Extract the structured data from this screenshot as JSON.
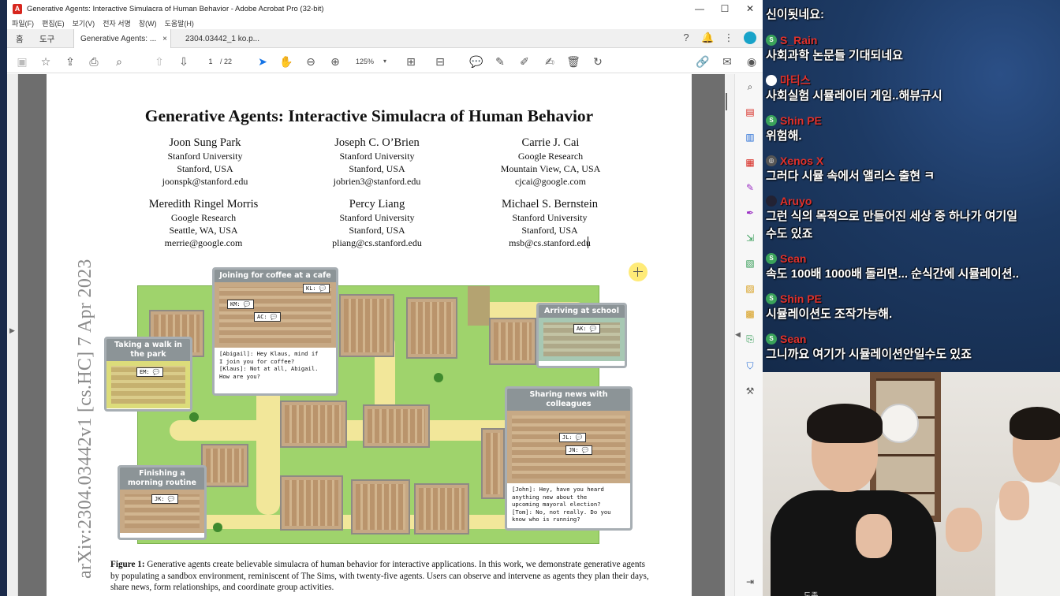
{
  "window": {
    "title": "Generative Agents: Interactive Simulacra of Human Behavior - Adobe Acrobat Pro (32-bit)",
    "minimize": "—",
    "maximize": "☐",
    "close": "✕"
  },
  "menu": [
    "파일(F)",
    "편집(E)",
    "보기(V)",
    "전자 서명",
    "창(W)",
    "도움말(H)"
  ],
  "tabs": {
    "home": "홈",
    "tools": "도구",
    "docs": [
      {
        "label": "Generative Agents: ...",
        "close": "×"
      },
      {
        "label": "2304.03442_1 ko.p..."
      }
    ]
  },
  "toolbar": {
    "page_current": "1",
    "page_total": "/ 22",
    "zoom": "125%"
  },
  "paper": {
    "title": "Generative Agents: Interactive Simulacra of Human Behavior",
    "authors": [
      {
        "name": "Joon Sung Park",
        "lines": [
          "Stanford University",
          "Stanford, USA",
          "joonspk@stanford.edu"
        ]
      },
      {
        "name": "Joseph C. O’Brien",
        "lines": [
          "Stanford University",
          "Stanford, USA",
          "jobrien3@stanford.edu"
        ]
      },
      {
        "name": "Carrie J. Cai",
        "lines": [
          "Google Research",
          "Mountain View, CA, USA",
          "cjcai@google.com"
        ]
      },
      {
        "name": "Meredith Ringel Morris",
        "lines": [
          "Google Research",
          "Seattle, WA, USA",
          "merrie@google.com"
        ]
      },
      {
        "name": "Percy Liang",
        "lines": [
          "Stanford University",
          "Stanford, USA",
          "pliang@cs.stanford.edu"
        ]
      },
      {
        "name": "Michael S. Bernstein",
        "lines": [
          "Stanford University",
          "Stanford, USA",
          "msb@cs.stanford.edu"
        ]
      }
    ],
    "arxiv_stamp": "arXiv:2304.03442v1  [cs.HC]  7 Apr 2023",
    "figure": {
      "callouts": {
        "cafe": {
          "title": "Joining for coffee at a cafe",
          "bubble_km": "KM: 💬",
          "bubble_ac": "AC: 💬",
          "bubble_kl": "KL: 💬",
          "dialog": "[Abigail]: Hey Klaus, mind if\nI join you for coffee?\n[Klaus]: Not at all, Abigail.\nHow are you?"
        },
        "park": {
          "title": "Taking a walk in the park",
          "bubble": "EM: 💬"
        },
        "school": {
          "title": "Arriving at school",
          "bubble": "AK: 💬"
        },
        "news": {
          "title": "Sharing news with colleagues",
          "bubble_jl": "JL: 💬",
          "bubble_jn": "JN: 💬",
          "dialog": "[John]: Hey, have you heard\nanything new about the\nupcoming mayoral election?\n[Tom]: No, not really. Do you\nknow who is running?"
        },
        "morning": {
          "title": "Finishing a morning routine",
          "bubble": "JK: 💬"
        }
      },
      "caption_label": "Figure 1:",
      "caption_text": "Generative agents create believable simulacra of human behavior for interactive applications. In this work, we demonstrate generative agents by populating a sandbox environment, reminiscent of The Sims, with twenty-five agents. Users can observe and intervene as agents they plan their days, share news, form relationships, and coordinate group activities."
    }
  },
  "chat": [
    {
      "user": "",
      "message": "신이됫네요:"
    },
    {
      "user": "S_Rain",
      "message": "사회과학 논문들 기대되네요"
    },
    {
      "user": "마티스",
      "message": "사회실험 시뮬레이터 게임..해뷰규시"
    },
    {
      "user": "Shin PE",
      "message": "위험해."
    },
    {
      "user": "Xenos X",
      "message": "그러다 시뮬 속에서 앨리스 출현 ㅋ"
    },
    {
      "user": "Aruyo",
      "message": "그런 식의 목적으로 만들어진 세상 중 하나가 여기일\n수도 있죠"
    },
    {
      "user": "Sean",
      "message": "속도 100배 1000배 돌리면... 순식간에 시뮬레이션.."
    },
    {
      "user": "Shin PE",
      "message": "시뮬레이션도 조작가능해."
    },
    {
      "user": "Sean",
      "message": "그니까요 여기가 시뮬레이션안일수도 있죠"
    }
  ],
  "cam": {
    "shirt_text": "도종"
  },
  "colors": {
    "acrobat_red": "#d7261e",
    "chat_name": "#e0312c",
    "accent_blue": "#1473e6"
  }
}
